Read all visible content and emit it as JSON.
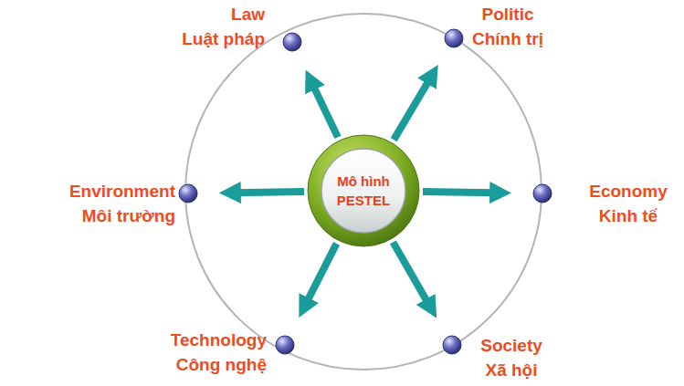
{
  "diagram": {
    "nodes": [
      {
        "text": [
          "Mô hình",
          "PESTEL"
        ]
      },
      {
        "text": [
          "Law",
          "Luật pháp"
        ]
      },
      {
        "text": [
          "Politic",
          "Chính trị"
        ]
      },
      {
        "text": [
          "Environment",
          "Môi trường"
        ]
      },
      {
        "text": [
          "Economy",
          "Kinh tế"
        ]
      },
      {
        "text": [
          "Technology",
          "Công nghệ"
        ]
      },
      {
        "text": [
          "Society",
          "Xã hội"
        ]
      }
    ],
    "edges": [
      {
        "from": 0,
        "to": 1,
        "arrow": "to"
      },
      {
        "from": 0,
        "to": 2,
        "arrow": "to"
      },
      {
        "from": 0,
        "to": 3,
        "arrow": "to"
      },
      {
        "from": 0,
        "to": 4,
        "arrow": "to"
      },
      {
        "from": 0,
        "to": 5,
        "arrow": "to"
      },
      {
        "from": 0,
        "to": 6,
        "arrow": "to"
      }
    ]
  }
}
